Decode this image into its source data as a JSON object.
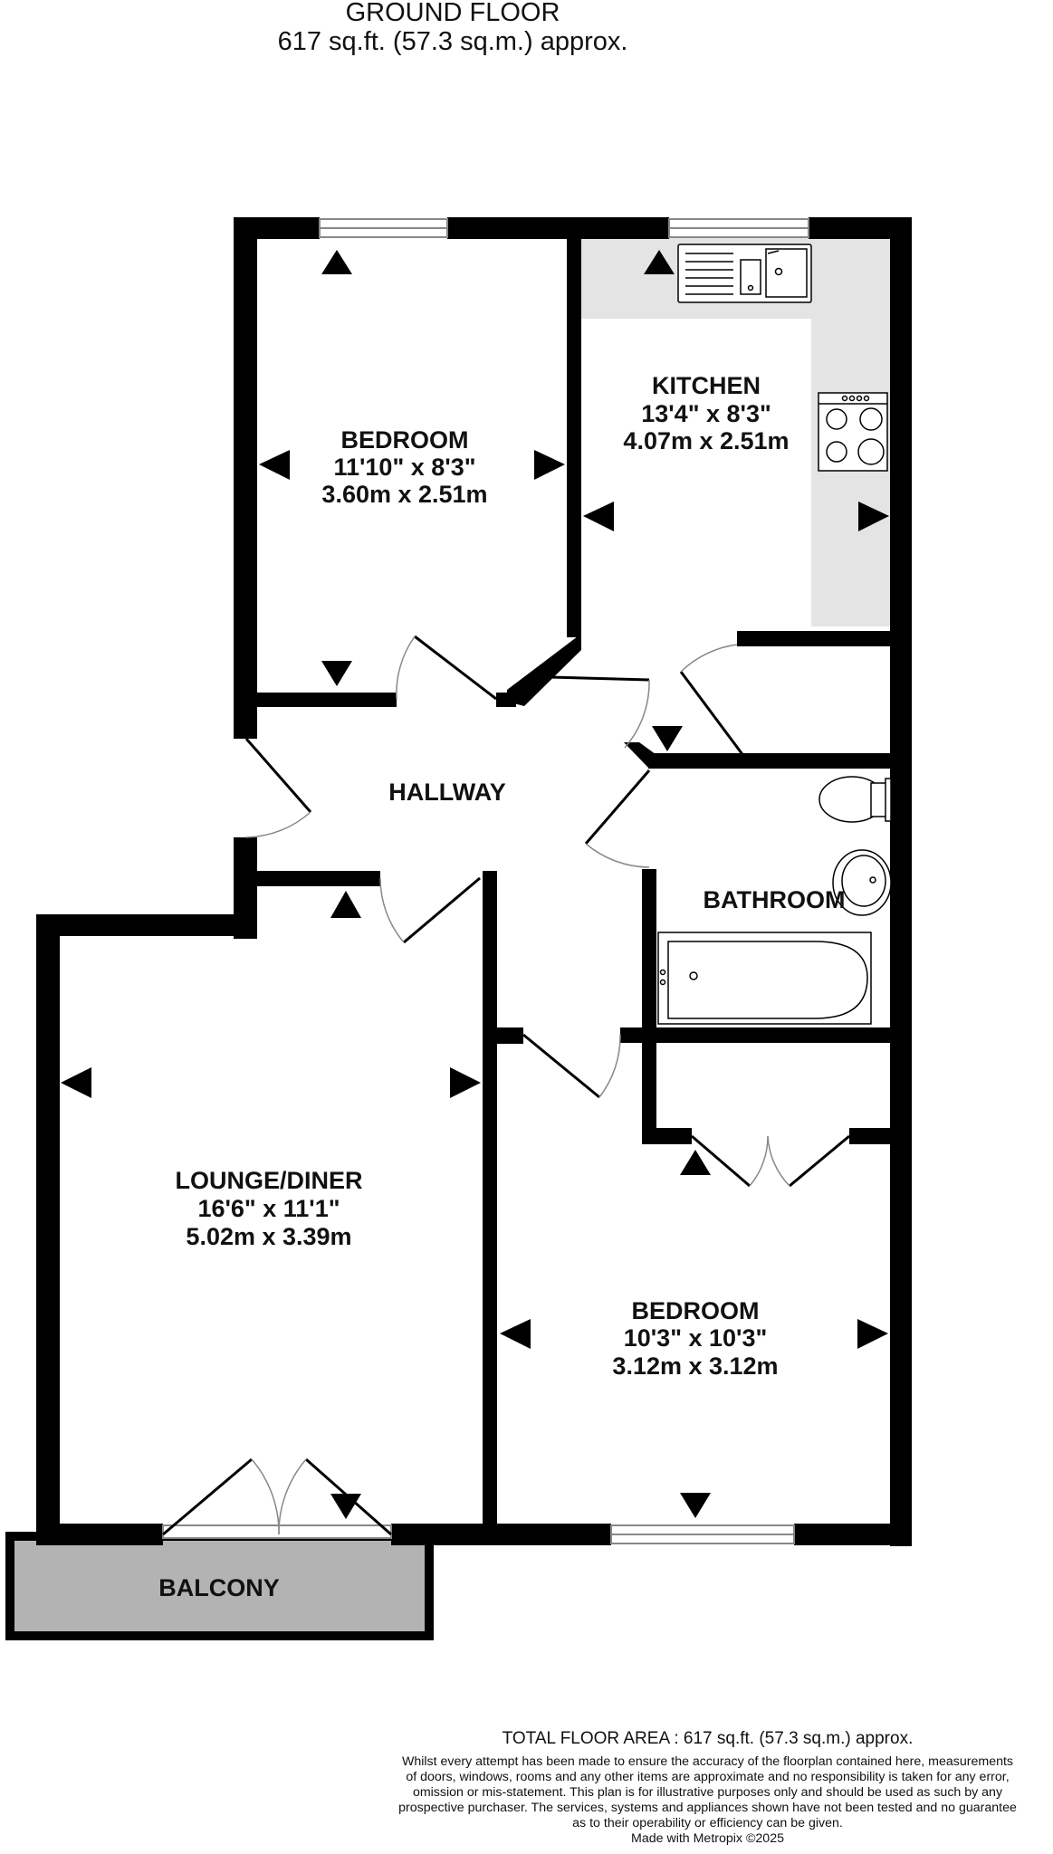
{
  "header": {
    "floor_name": "GROUND FLOOR",
    "floor_area": "617 sq.ft. (57.3 sq.m.) approx."
  },
  "rooms": {
    "bedroom1": {
      "name": "BEDROOM",
      "imperial": "11'10\"  x 8'3\"",
      "metric": "3.60m  x 2.51m"
    },
    "kitchen": {
      "name": "KITCHEN",
      "imperial": "13'4\"  x 8'3\"",
      "metric": "4.07m  x 2.51m"
    },
    "hallway": {
      "name": "HALLWAY"
    },
    "bathroom": {
      "name": "BATHROOM"
    },
    "lounge": {
      "name": "LOUNGE/DINER",
      "imperial": "16'6\"  x 11'1\"",
      "metric": "5.02m  x 3.39m"
    },
    "bedroom2": {
      "name": "BEDROOM",
      "imperial": "10'3\"  x 10'3\"",
      "metric": "3.12m  x 3.12m"
    },
    "balcony": {
      "name": "BALCONY"
    }
  },
  "footer": {
    "total_area": "TOTAL FLOOR AREA : 617 sq.ft. (57.3 sq.m.) approx.",
    "disclaimer_lines": [
      "Whilst every attempt has been made to ensure the accuracy of the floorplan contained here, measurements",
      "of doors, windows, rooms and any other items are approximate and no responsibility is taken for any error,",
      "omission or mis-statement. This plan is for illustrative purposes only and should be used as such by any",
      "prospective purchaser. The services, systems and appliances shown have not been tested and no guarantee",
      "as to their operability or efficiency can be given."
    ],
    "credit": "Made with Metropix ©2025"
  },
  "colors": {
    "wall": "#000000",
    "kitchen_counter": "#e4e4e4",
    "balcony_fill": "#b3b3b3"
  }
}
